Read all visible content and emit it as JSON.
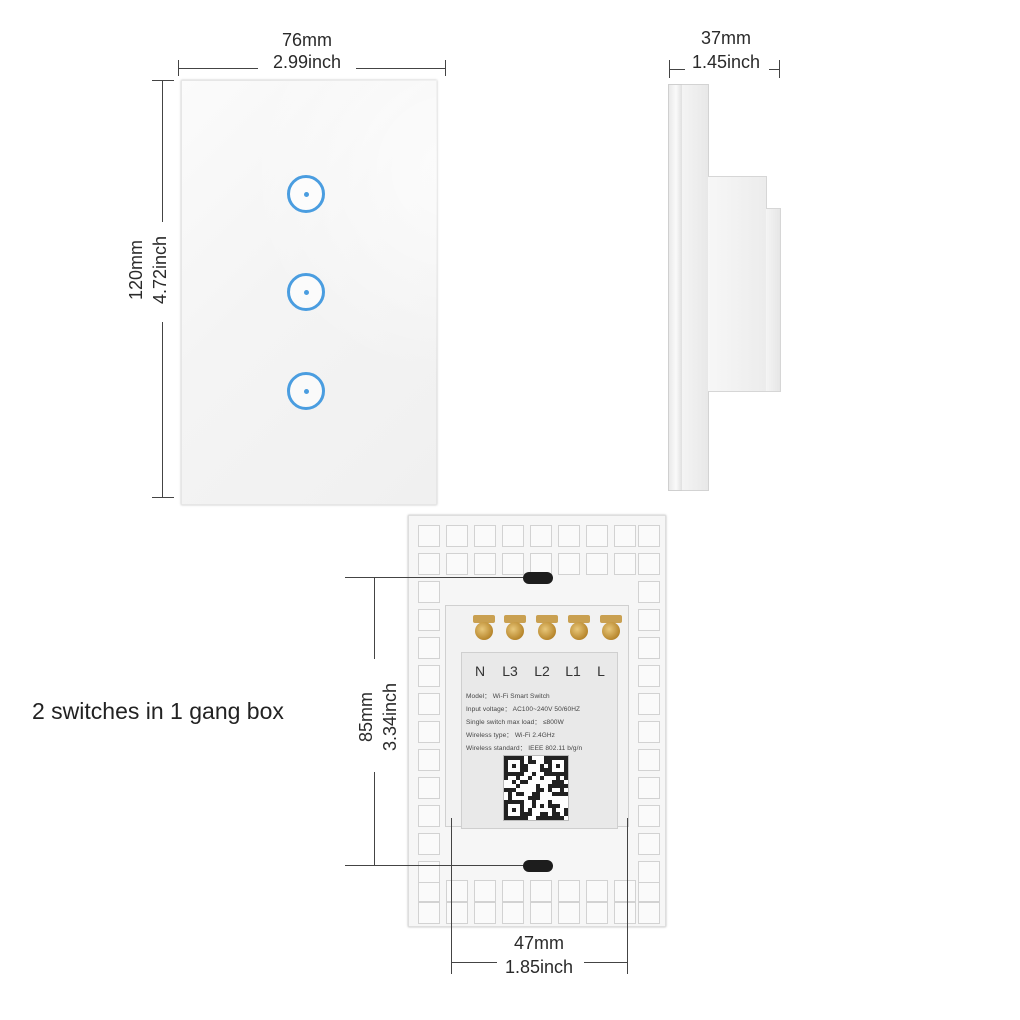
{
  "front_view": {
    "width_mm": "76mm",
    "width_inch": "2.99inch",
    "height_mm": "120mm",
    "height_inch": "4.72inch",
    "touch_buttons": 3,
    "button_color": "#4a9de0"
  },
  "side_view": {
    "depth_mm": "37mm",
    "depth_inch": "1.45inch"
  },
  "back_view": {
    "terminals": [
      "N",
      "L3",
      "L2",
      "L1",
      "L"
    ],
    "spec_lines": [
      "Model： Wi-Fi Smart Switch",
      "Input voltage： AC100~240V  50/60HZ",
      "Single switch max load： ≤800W",
      "Wireless type： Wi-Fi 2.4GHz",
      "Wireless standard： IEEE 802.11 b/g/n"
    ],
    "hole_spacing_mm": "85mm",
    "hole_spacing_inch": "3.34inch",
    "inner_width_mm": "47mm",
    "inner_width_inch": "1.85inch"
  },
  "caption": "2 switches in 1 gang box"
}
